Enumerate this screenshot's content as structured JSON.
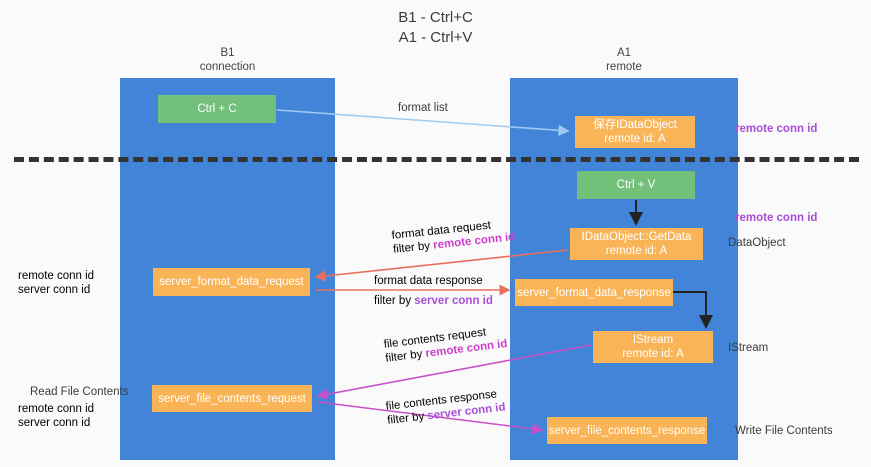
{
  "title": "B1 - Ctrl+C\nA1 - Ctrl+V",
  "lanes": [
    {
      "key": "b1",
      "header": "B1\nconnection"
    },
    {
      "key": "a1",
      "header": "A1\nremote"
    }
  ],
  "nodes": {
    "ctrl_c": "Ctrl + C",
    "save_idataobject": "保存IDataObject\nremote id: A",
    "ctrl_v": "Ctrl + V",
    "getdata": "IDataObject::GetData\nremote id: A",
    "server_format_data_request": "server_format_data_request",
    "server_format_data_response": "server_format_data_response",
    "istream": "IStream\nremote id: A",
    "server_file_contents_request": "server_file_contents_request",
    "server_file_contents_response": "server_file_contents_response"
  },
  "annotations": {
    "format_list": "format list",
    "remote_conn_id_top": "remote conn id",
    "remote_conn_id_mid": "remote conn id",
    "data_object": "DataObject",
    "istream_label": "IStream",
    "write_file_contents": "Write File Contents",
    "read_file_contents": "Read File Contents",
    "left_ids_remote_1": "remote conn id",
    "left_ids_server_1": "server conn id",
    "left_ids_remote_2": "remote conn id",
    "left_ids_server_2": "server conn id",
    "format_data_request": "format data request",
    "format_data_request_filter_prefix": "filter by ",
    "format_data_request_filter_key": "remote conn id",
    "format_data_response": "format data response",
    "format_data_response_filter_prefix": "filter by ",
    "format_data_response_filter_key": "server conn id",
    "file_contents_request": "file contents request",
    "file_contents_request_filter_prefix": "filter by ",
    "file_contents_request_filter_key": "remote conn id",
    "file_contents_response": "file contents response",
    "file_contents_response_filter_prefix": "filter by ",
    "file_contents_response_filter_key": "server conn id"
  },
  "colors": {
    "lane": "#4285d8",
    "node_green": "#72c07a",
    "node_orange": "#f9b457",
    "arrow_blue": "#9ecbf0",
    "arrow_black": "#222222",
    "arrow_red": "#e8705f",
    "arrow_magenta": "#c850c8",
    "text_purple": "#a94fd6",
    "text_green": "#6aa84f",
    "separator": "#333333"
  }
}
